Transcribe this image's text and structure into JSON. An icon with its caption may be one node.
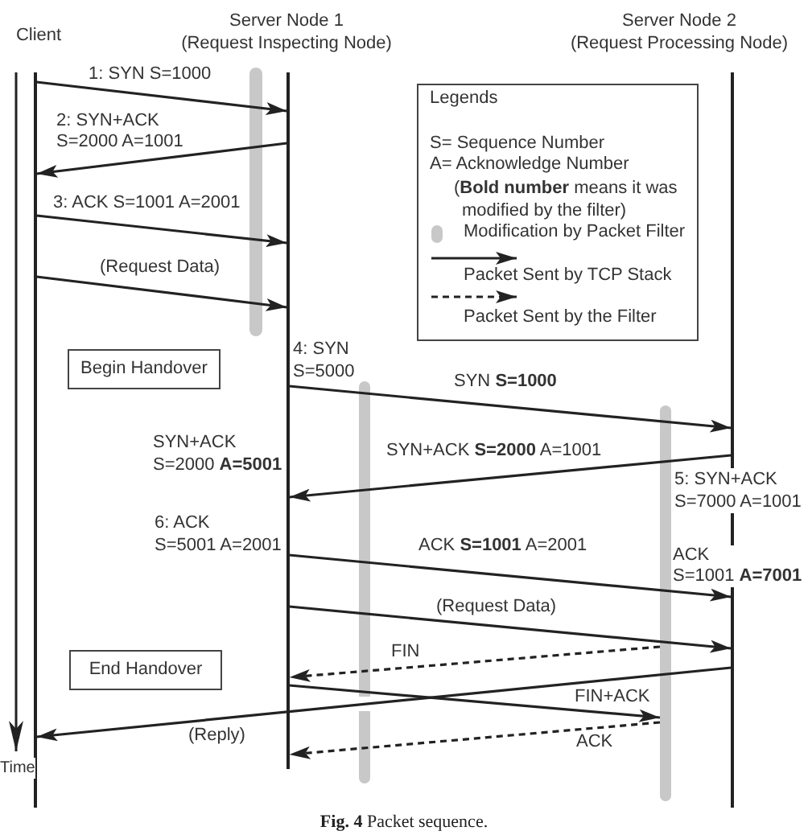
{
  "diagram": {
    "caption": "**Fig. 4** Packet sequence.",
    "nodes": [
      {
        "text": [
          "Client"
        ]
      },
      {
        "text": [
          "Server Node 1",
          "(Request Inspecting Node)"
        ]
      },
      {
        "text": [
          "Server Node 2",
          "(Request Processing Node)"
        ]
      },
      {
        "text": [],
        "shape": "bar"
      },
      {
        "text": [
          "Begin Handover"
        ]
      },
      {
        "text": [],
        "shape": "bar"
      },
      {
        "text": [],
        "shape": "bar"
      },
      {
        "text": [
          "End Handover"
        ]
      }
    ],
    "edges": [
      {
        "from": 0,
        "to": 1,
        "arrow": "to",
        "label": "1: SYN S=1000"
      },
      {
        "from": 1,
        "to": 0,
        "arrow": "to",
        "label": "2: SYN+ACK S=2000 A=1001"
      },
      {
        "from": 0,
        "to": 1,
        "arrow": "to",
        "label": "3: ACK S=1001 A=2001"
      },
      {
        "from": 0,
        "to": 1,
        "arrow": "to",
        "label": "(Request Data)"
      },
      {
        "from": 1,
        "to": 2,
        "arrow": "to",
        "label": "SYN **S=1000**"
      },
      {
        "from": 2,
        "to": 1,
        "arrow": "to",
        "label": "SYN+ACK **S=2000** A=1001"
      },
      {
        "from": 1,
        "to": 2,
        "arrow": "to",
        "label": "ACK **S=1001** A=2001"
      },
      {
        "from": 1,
        "to": 2,
        "arrow": "to",
        "label": "(Request Data)"
      },
      {
        "from": 6,
        "to": 1,
        "arrow": "to",
        "label": "FIN",
        "style": "dashed"
      },
      {
        "from": 2,
        "to": 0,
        "arrow": "to",
        "label": "(Reply)"
      },
      {
        "from": 1,
        "to": 6,
        "arrow": "to",
        "label": "FIN+ACK"
      },
      {
        "from": 6,
        "to": 1,
        "arrow": "to",
        "label": "ACK",
        "style": "dashed"
      }
    ],
    "labels": [
      "Legends",
      "4: SYN S=5000",
      "SYN+ACK S=2000 **A=5001**",
      "5: SYN+ACK S=7000 A=1001",
      "6: ACK S=5001 A=2001",
      "ACK S=1001 **A=7001**",
      "Time"
    ],
    "legend": [
      {
        "text": "S= Sequence Number"
      },
      {
        "text": "A= Acknowledge Number"
      },
      {
        "text": "(**Bold number** means it was modified by the filter)"
      },
      {
        "text": "Modification by Packet Filter",
        "color": "#c8c8c8"
      },
      {
        "text": "Packet Sent by TCP Stack"
      },
      {
        "text": "Packet Sent by the Filter"
      }
    ]
  }
}
